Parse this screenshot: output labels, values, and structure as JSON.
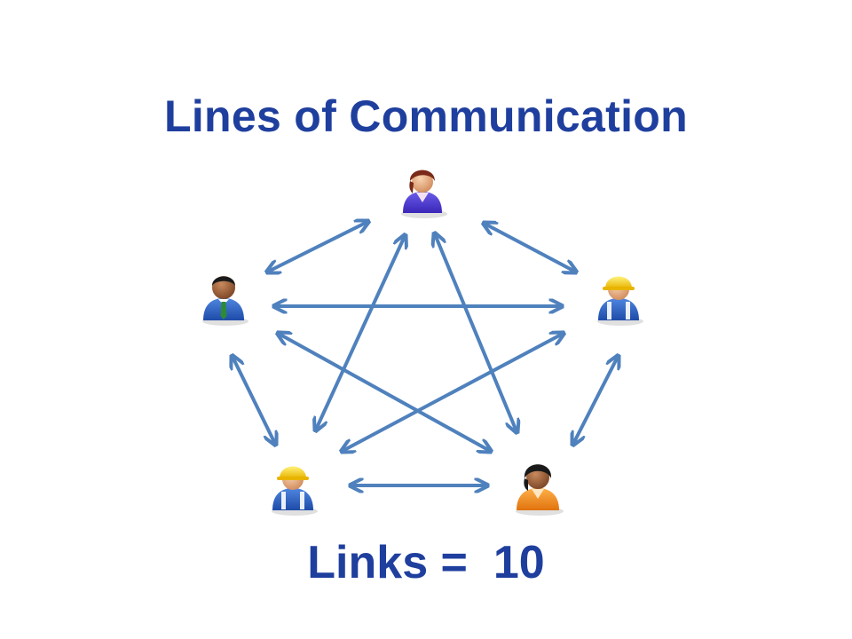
{
  "title": "Lines of Communication",
  "footer": {
    "label": "Links =",
    "value": "10"
  },
  "colors": {
    "text": "#1F3F9E",
    "arrow": "#4F81BD"
  },
  "people": [
    {
      "id": "top",
      "icon": "businesswoman-icon"
    },
    {
      "id": "left",
      "icon": "businessman-icon"
    },
    {
      "id": "right",
      "icon": "construction-worker-icon"
    },
    {
      "id": "bottom-left",
      "icon": "construction-worker-icon"
    },
    {
      "id": "bottom-right",
      "icon": "woman-orange-icon"
    }
  ],
  "links": [
    [
      "top",
      "left"
    ],
    [
      "top",
      "right"
    ],
    [
      "top",
      "bottom-left"
    ],
    [
      "top",
      "bottom-right"
    ],
    [
      "left",
      "right"
    ],
    [
      "left",
      "bottom-left"
    ],
    [
      "left",
      "bottom-right"
    ],
    [
      "right",
      "bottom-left"
    ],
    [
      "right",
      "bottom-right"
    ],
    [
      "bottom-left",
      "bottom-right"
    ]
  ]
}
